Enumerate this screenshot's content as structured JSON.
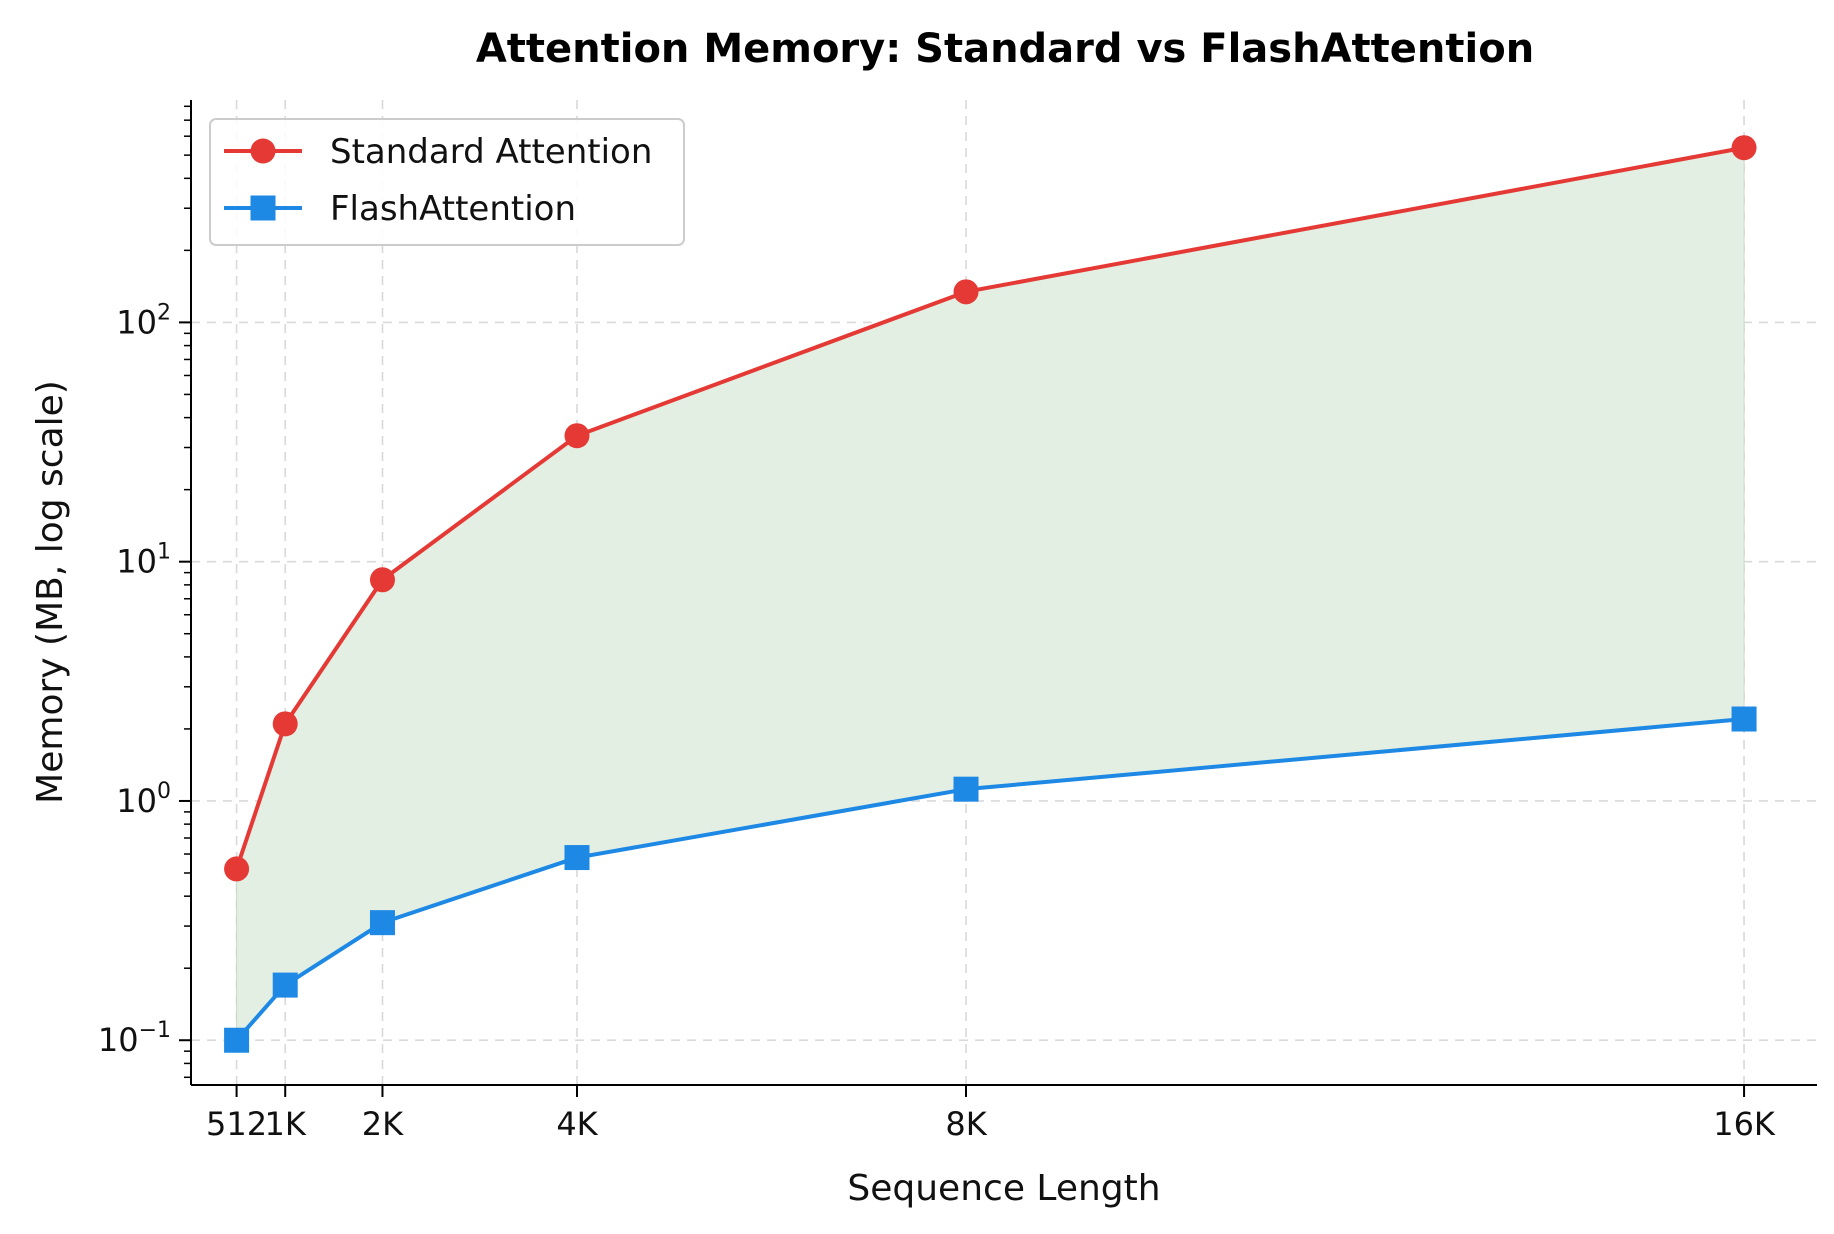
{
  "chart_data": {
    "type": "line",
    "title": "Attention Memory: Standard vs FlashAttention",
    "xlabel": "Sequence Length",
    "ylabel": "Memory (MB, log scale)",
    "x": [
      512,
      1024,
      2048,
      4096,
      8192,
      16384
    ],
    "x_tick_labels": [
      "512",
      "1K",
      "2K",
      "4K",
      "8K",
      "16K"
    ],
    "xlim": [
      32,
      17152
    ],
    "y_scale": "log",
    "ylim": [
      0.065,
      850
    ],
    "y_ticks": [
      {
        "value": 0.1,
        "base": "10",
        "exp": "−1"
      },
      {
        "value": 1,
        "base": "10",
        "exp": "0"
      },
      {
        "value": 10,
        "base": "10",
        "exp": "1"
      },
      {
        "value": 100,
        "base": "10",
        "exp": "2"
      }
    ],
    "grid": true,
    "legend_position": "top-left",
    "fill_between": {
      "color": "#e2efe2"
    },
    "series": [
      {
        "name": "Standard Attention",
        "color": "#e53935",
        "marker": "circle",
        "values": [
          0.52,
          2.1,
          8.4,
          33.6,
          134.2,
          537.0
        ]
      },
      {
        "name": "FlashAttention",
        "color": "#1e88e5",
        "marker": "square",
        "values": [
          0.1,
          0.17,
          0.31,
          0.58,
          1.12,
          2.2
        ]
      }
    ]
  }
}
